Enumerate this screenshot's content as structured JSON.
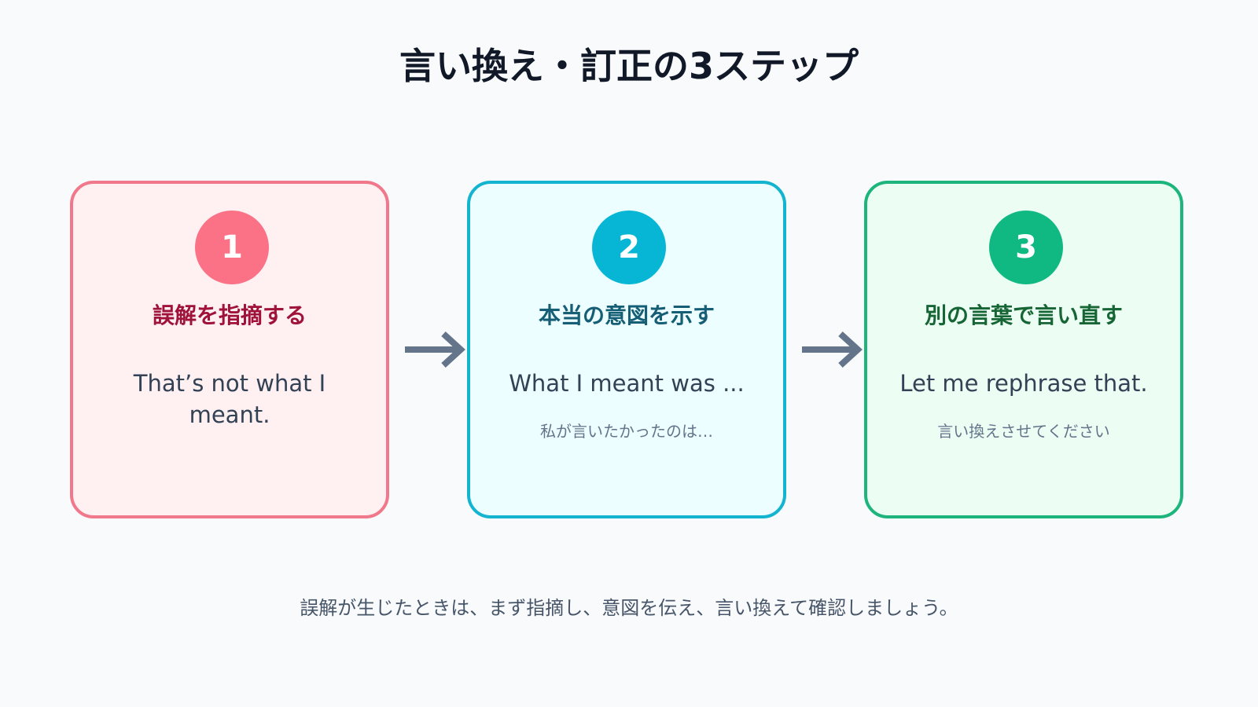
{
  "title": "言い換え・訂正の3ステップ",
  "steps": [
    {
      "number": "1",
      "label": "誤解を指摘する",
      "phrase": "That’s not what I meant.",
      "note": "",
      "color": "#fb7185"
    },
    {
      "number": "2",
      "label": "本当の意図を示す",
      "phrase": "What I meant was ...",
      "note": "私が言いたかったのは…",
      "color": "#06b6d4"
    },
    {
      "number": "3",
      "label": "別の言葉で言い直す",
      "phrase": "Let me rephrase that.",
      "note": "言い換えさせてください",
      "color": "#10b981"
    }
  ],
  "footer": "誤解が生じたときは、まず指摘し、意図を伝え、言い換えて確認しましょう。"
}
